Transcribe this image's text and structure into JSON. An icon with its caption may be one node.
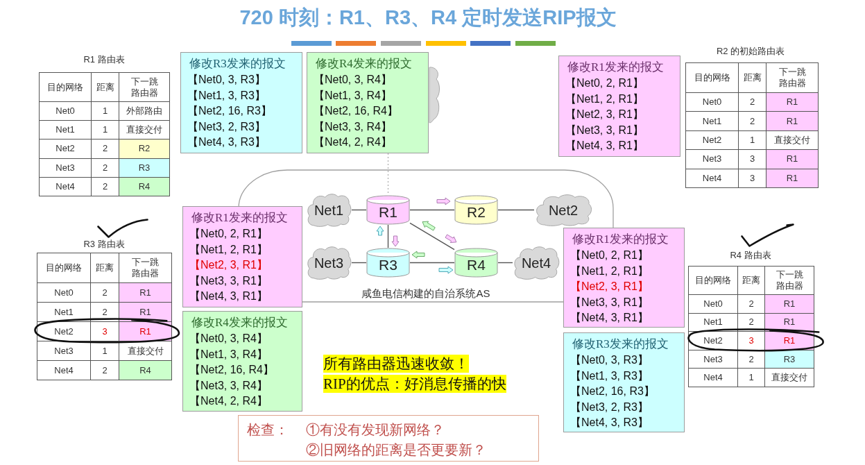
{
  "diagram": {
    "title": "720 时刻：R1、R3、R4 定时发送RIP报文",
    "nodes": [
      {
        "text": [
          "修改R3发来的报文",
          "【Net0, 3, R3】",
          "【Net1, 3, R3】",
          "【Net2, 16, R3】",
          "【Net3, 2, R3】",
          "【Net4, 3, R3】"
        ]
      },
      {
        "text": [
          "修改R4发来的报文",
          "【Net0, 3, R4】",
          "【Net1, 3, R4】",
          "【Net2, 16, R4】",
          "【Net3, 3, R4】",
          "【Net4, 2, R4】"
        ]
      },
      {
        "text": [
          "修改R1发来的报文",
          "【Net0, 2, R1】",
          "【Net1, 2, R1】",
          "【Net2, 3, R1】",
          "【Net3, 3, R1】",
          "【Net4, 3, R1】"
        ]
      },
      {
        "text": [
          "咸鱼电信构建的自治系统AS"
        ]
      },
      {
        "text": [
          "Net1"
        ],
        "in": 3
      },
      {
        "text": [
          "R1"
        ],
        "in": 3
      },
      {
        "text": [
          "R2"
        ],
        "in": 3
      },
      {
        "text": [
          "Net2"
        ],
        "in": 3
      },
      {
        "text": [
          "修改R1发来的报文",
          "【Net0, 2, R1】",
          "【Net1, 2, R1】",
          "【Net2, 3, R1】",
          "【Net3, 3, R1】",
          "【Net4, 3, R1】"
        ]
      },
      {
        "text": [
          "Net3"
        ],
        "in": 3
      },
      {
        "text": [
          "R3"
        ],
        "in": 3
      },
      {
        "text": [
          "R4"
        ],
        "in": 3
      },
      {
        "text": [
          "Net4"
        ],
        "in": 3
      },
      {
        "text": [
          "修改R1发来的报文",
          "【Net0, 2, R1】",
          "【Net1, 2, R1】",
          "【Net2, 3, R1】",
          "【Net3, 3, R1】",
          "【Net4, 3, R1】"
        ]
      },
      {
        "text": [
          "修改R4发来的报文",
          "【Net0, 3, R4】",
          "【Net1, 3, R4】",
          "【Net2, 16, R4】",
          "【Net3, 3, R4】",
          "【Net4, 2, R4】"
        ]
      },
      {
        "text": [
          "修改R3发来的报文",
          "【Net0, 3, R3】",
          "【Net1, 3, R3】",
          "【Net2, 16, R3】",
          "【Net3, 2, R3】",
          "【Net4, 3, R3】"
        ]
      },
      {
        "text": [
          "检查：",
          "①有没有发现新网络？",
          "②旧网络的距离是否更要新？"
        ]
      }
    ],
    "edges": [
      {
        "from": 4,
        "to": 5,
        "arrow": "none"
      },
      {
        "from": 5,
        "to": 6,
        "arrow": "none"
      },
      {
        "from": 6,
        "to": 7,
        "arrow": "none"
      },
      {
        "from": 5,
        "to": 10,
        "arrow": "none"
      },
      {
        "from": 5,
        "to": 11,
        "arrow": "none"
      },
      {
        "from": 9,
        "to": 10,
        "arrow": "none"
      },
      {
        "from": 10,
        "to": 11,
        "arrow": "none"
      },
      {
        "from": 11,
        "to": 12,
        "arrow": "none"
      },
      {
        "from": 1,
        "to": 5,
        "arrow": "none",
        "style": "dashed",
        "color": "#b0b0b0"
      }
    ],
    "labels": [
      "R1 路由表",
      "目的网络",
      "距离",
      "下一跳路由器",
      "Net0",
      "1",
      "外部路由",
      "Net1",
      "1",
      "直接交付",
      "Net2",
      "2",
      "R2",
      "Net3",
      "2",
      "R3",
      "Net4",
      "2",
      "R4",
      "R2 的初始路由表",
      "目的网络",
      "距离",
      "下一跳路由器",
      "Net0",
      "2",
      "R1",
      "Net1",
      "2",
      "R1",
      "Net2",
      "1",
      "直接交付",
      "Net3",
      "3",
      "R1",
      "Net4",
      "3",
      "R1",
      "R3 路由表",
      "目的网络",
      "距离",
      "下一跳路由器",
      "Net0",
      "2",
      "R1",
      "Net1",
      "2",
      "R1",
      "Net2",
      "3",
      "R1",
      "Net3",
      "1",
      "直接交付",
      "Net4",
      "2",
      "R4",
      "R4 路由表",
      "目的网络",
      "距离",
      "下一跳路由器",
      "Net0",
      "2",
      "R1",
      "Net1",
      "2",
      "R1",
      "Net2",
      "3",
      "R1",
      "Net3",
      "2",
      "R3",
      "Net4",
      "1",
      "直接交付",
      "所有路由器迅速收敛！",
      "RIP的优点：好消息传播的快"
    ]
  }
}
